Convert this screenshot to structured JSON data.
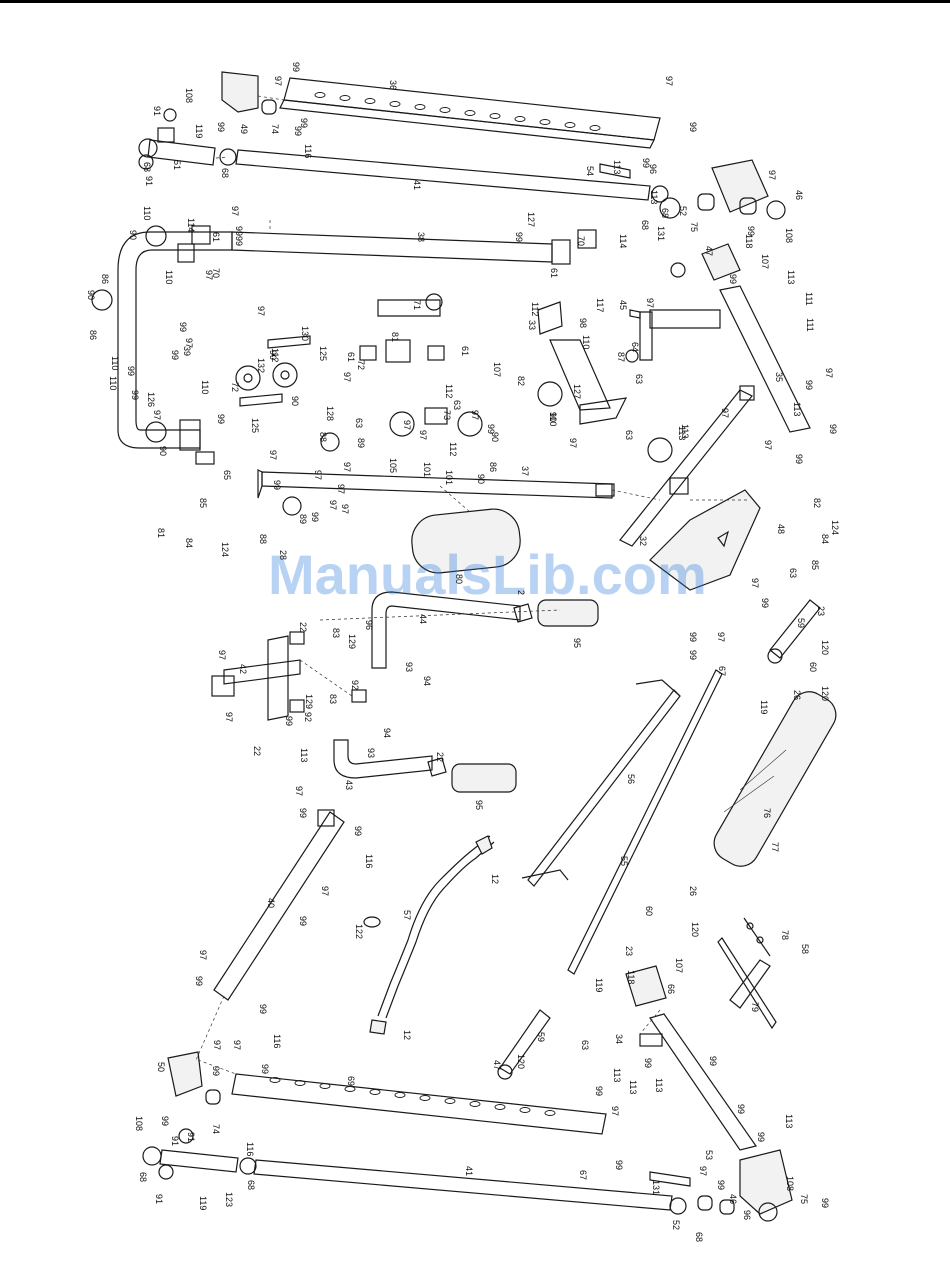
{
  "watermark": "ManualsLib.com",
  "labels": {
    "top_frame": [
      "108",
      "91",
      "119",
      "99",
      "49",
      "74",
      "97",
      "99",
      "36",
      "99",
      "116",
      "99",
      "97",
      "99",
      "91",
      "51",
      "68",
      "68",
      "41",
      "54",
      "113",
      "99",
      "96",
      "113",
      "97",
      "46",
      "108",
      "99",
      "75",
      "68",
      "52",
      "131",
      "68"
    ],
    "upper_bench": [
      "110",
      "114",
      "97",
      "99",
      "61",
      "70",
      "90",
      "110",
      "97",
      "86",
      "90",
      "86",
      "99",
      "97",
      "99",
      "110",
      "110",
      "39",
      "99",
      "99",
      "38",
      "99",
      "127",
      "61",
      "70",
      "114",
      "99",
      "97",
      "130",
      "112",
      "72",
      "61",
      "132",
      "125",
      "72",
      "90",
      "90",
      "125",
      "97",
      "81",
      "71",
      "63",
      "61",
      "63"
    ],
    "mid_assembly": [
      "110",
      "99",
      "128",
      "88",
      "97",
      "89",
      "90",
      "97",
      "73",
      "112",
      "105",
      "101",
      "97",
      "112",
      "101",
      "97",
      "99",
      "90",
      "86",
      "90",
      "97",
      "126",
      "97",
      "65",
      "37",
      "97",
      "88",
      "97",
      "28",
      "89",
      "99",
      "97",
      "99",
      "97",
      "85",
      "84",
      "81",
      "124"
    ],
    "right_upright": [
      "47",
      "118",
      "107",
      "99",
      "113",
      "111",
      "111",
      "35",
      "99",
      "97",
      "99",
      "113",
      "97",
      "99",
      "97",
      "113",
      "97",
      "45",
      "64",
      "63",
      "110",
      "33",
      "117",
      "98",
      "107",
      "82",
      "87",
      "112",
      "63",
      "127",
      "97",
      "110",
      "90"
    ],
    "lower_bench": [
      "32",
      "113",
      "48",
      "82",
      "84",
      "85",
      "124",
      "97",
      "99",
      "63",
      "59",
      "120",
      "60",
      "120",
      "23",
      "26",
      "67",
      "119",
      "99",
      "97",
      "99"
    ],
    "arms": [
      "80",
      "2",
      "95",
      "44",
      "22",
      "129",
      "83",
      "96",
      "92",
      "93",
      "94",
      "42",
      "97",
      "97",
      "22",
      "99",
      "113",
      "92",
      "129",
      "83",
      "93",
      "94",
      "43",
      "22",
      "95",
      "12",
      "57",
      "122",
      "12",
      "56",
      "55",
      "76",
      "77",
      "26",
      "60",
      "120",
      "23",
      "78",
      "58",
      "79"
    ],
    "bottom_frame": [
      "97",
      "99",
      "116",
      "99",
      "40",
      "97",
      "99",
      "97",
      "99",
      "99",
      "116",
      "50",
      "97",
      "99",
      "97",
      "99",
      "108",
      "99",
      "74",
      "91",
      "91",
      "116",
      "69",
      "68",
      "68",
      "123",
      "119",
      "91",
      "41",
      "113",
      "99",
      "113",
      "99",
      "97",
      "99",
      "67",
      "119",
      "59",
      "120",
      "63",
      "47",
      "118",
      "107",
      "66",
      "34",
      "99",
      "113",
      "99",
      "99",
      "113",
      "53",
      "131",
      "97",
      "99",
      "46",
      "108",
      "99",
      "75",
      "96",
      "52",
      "68"
    ]
  }
}
